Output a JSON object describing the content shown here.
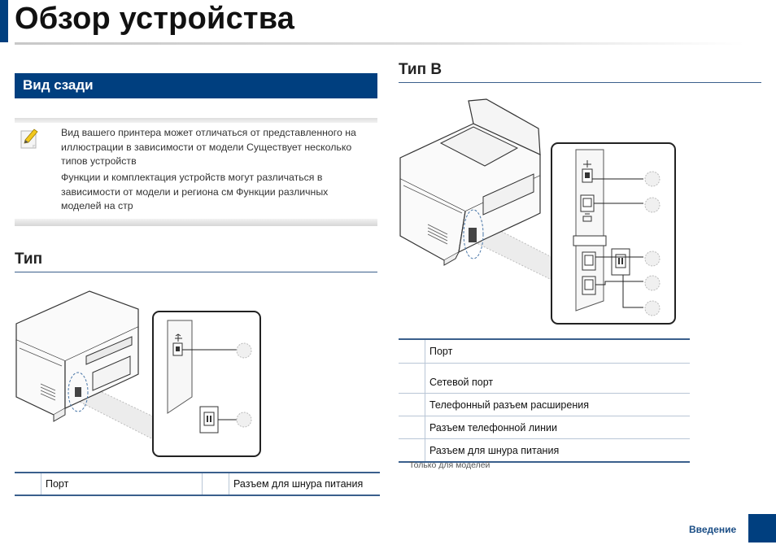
{
  "header": {
    "title": "Обзор устройства"
  },
  "section": {
    "title": "Вид сзади"
  },
  "note": {
    "p1": "Вид вашего принтера может отличаться от представленного на иллюстрации в зависимости от модели  Существует несколько типов устройств",
    "p2": "Функции и комплектация устройств могут различаться в зависимости от модели и региона  см    Функции различных моделей   на стр"
  },
  "type_a": {
    "title": "Тип",
    "rows": [
      {
        "num": "",
        "label": "Порт"
      },
      {
        "num": "",
        "label": "Разъем для шнура питания"
      }
    ]
  },
  "type_b": {
    "title": "Тип B",
    "rows": [
      {
        "num": "",
        "label": "Порт"
      },
      {
        "num": "",
        "label": "Сетевой порт"
      },
      {
        "num": "",
        "label": "Телефонный разъем расширения"
      },
      {
        "num": "",
        "label": "Разъем телефонной линии"
      },
      {
        "num": "",
        "label": "Разъем для шнура питания"
      }
    ],
    "footnote": "Только для моделей"
  },
  "footer": {
    "section_label": "Введение",
    "page_number": ""
  },
  "colors": {
    "brand_blue": "#003f7f",
    "rule_blue": "#3a5f8c"
  },
  "icons": {
    "note": "note-pencil-icon",
    "usb": "usb-icon",
    "network": "network-icon",
    "phone": "phone-icon",
    "power": "power-socket-icon"
  }
}
